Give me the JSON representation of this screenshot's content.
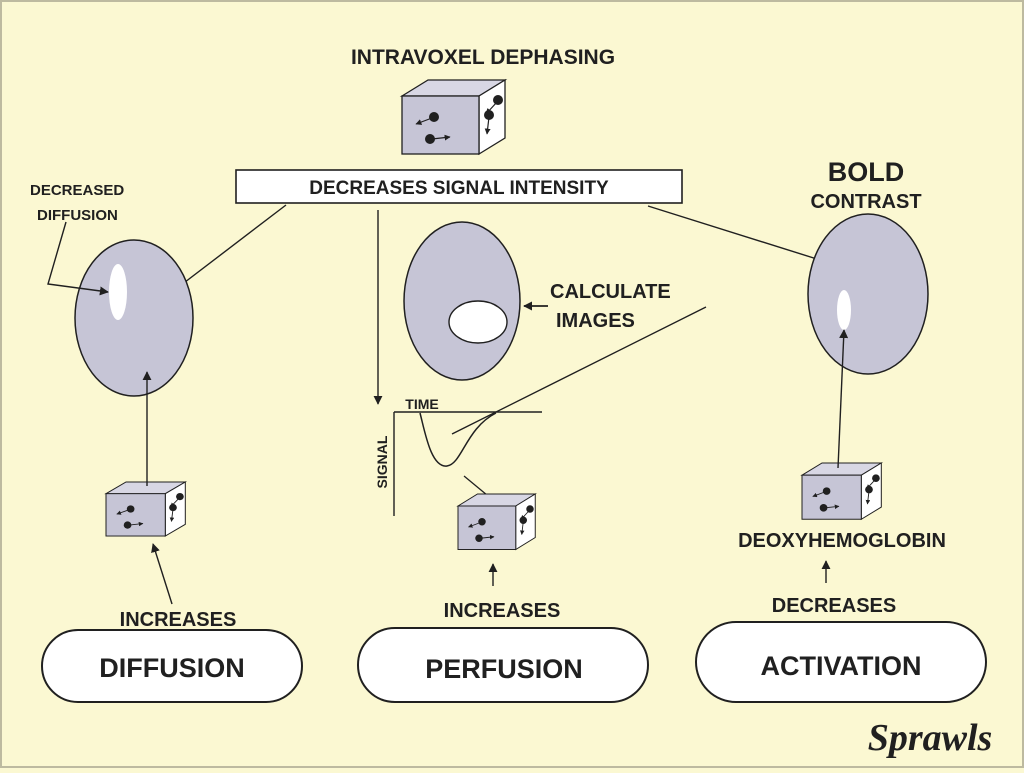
{
  "title": "INTRAVOXEL DEPHASING",
  "effect_box": "DECREASES SIGNAL INTENSITY",
  "diffusion": {
    "annotation_line1": "DECREASED",
    "annotation_line2": "DIFFUSION",
    "change": "INCREASES",
    "label": "DIFFUSION"
  },
  "perfusion": {
    "calc_line1": "CALCULATE",
    "calc_line2": "IMAGES",
    "graph_time": "TIME",
    "graph_signal": "SIGNAL",
    "change": "INCREASES",
    "label": "PERFUSION"
  },
  "activation": {
    "heading_line1": "BOLD",
    "heading_line2": "CONTRAST",
    "agent": "DEOXYHEMOGLOBIN",
    "change": "DECREASES",
    "label": "ACTIVATION"
  },
  "signature": "Sprawls",
  "colors": {
    "background": "#fbf8d2",
    "brain": "#c6c5d6",
    "voxel": "#c6c5d6",
    "ink": "#202020"
  }
}
